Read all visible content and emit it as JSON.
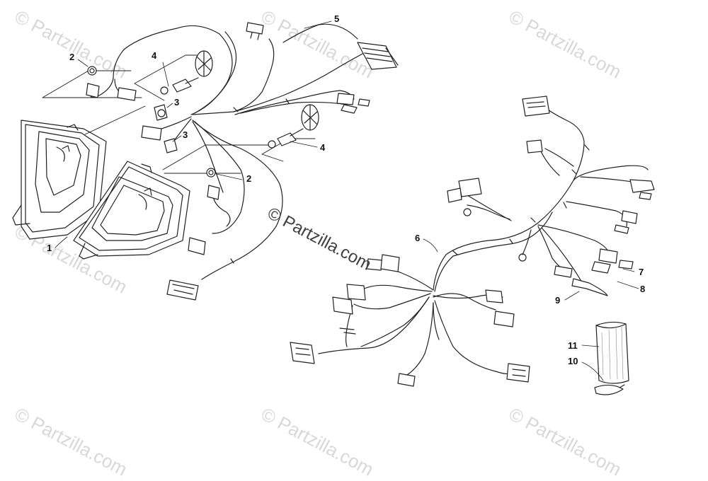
{
  "watermark": {
    "text": "© Partzilla.com",
    "center_text": "© Partzilla.com"
  },
  "callouts": {
    "c1": "1",
    "c2a": "2",
    "c2b": "2",
    "c3a": "3",
    "c3b": "3",
    "c4a": "4",
    "c4b": "4",
    "c5": "5",
    "c6": "6",
    "c7": "7",
    "c8": "8",
    "c9": "9",
    "c10": "10",
    "c11": "11"
  }
}
